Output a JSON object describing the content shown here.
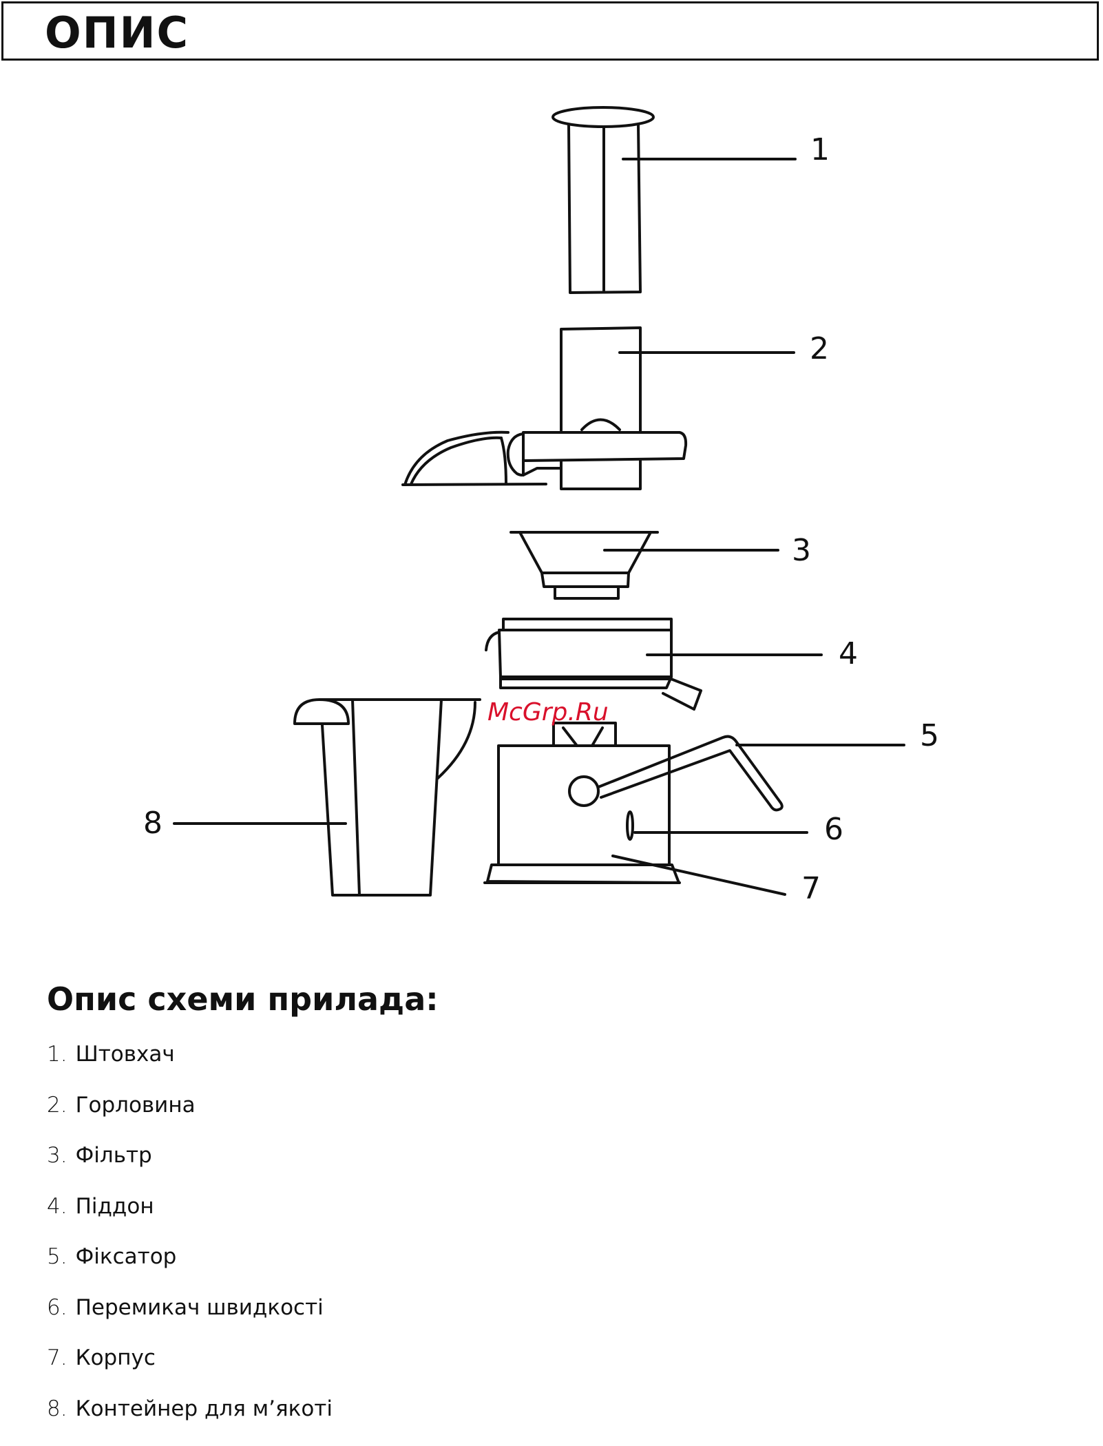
{
  "header": {
    "title": "ОПИС"
  },
  "diagram": {
    "watermark": "McGrp.Ru",
    "callouts": [
      "1",
      "2",
      "3",
      "4",
      "5",
      "6",
      "7",
      "8"
    ]
  },
  "legend": {
    "title": "Опис схеми прилада:",
    "items": [
      {
        "num": "1.",
        "label": "Штовхач"
      },
      {
        "num": "2.",
        "label": "Горловина"
      },
      {
        "num": "3.",
        "label": "Фільтр"
      },
      {
        "num": "4.",
        "label": "Піддон"
      },
      {
        "num": "5.",
        "label": "Фіксатор"
      },
      {
        "num": "6.",
        "label": "Перемикач швидкості"
      },
      {
        "num": "7.",
        "label": "Корпус"
      },
      {
        "num": "8.",
        "label": "Контейнер для м’якоті"
      }
    ]
  },
  "colors": {
    "line": "#111111",
    "watermark": "#d9102b"
  }
}
